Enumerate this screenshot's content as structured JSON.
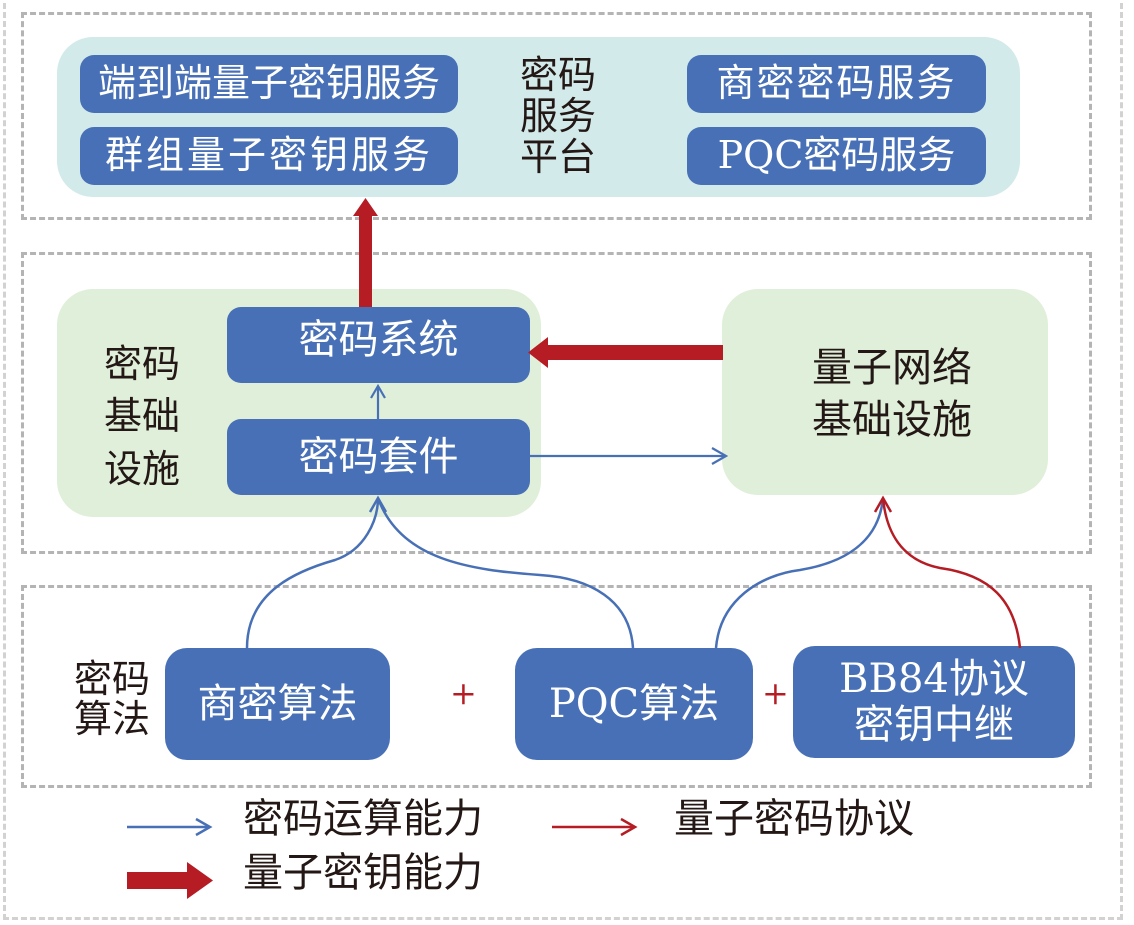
{
  "colors": {
    "block_blue": "#4870b6",
    "platform_bg": "#d3eaea",
    "infra_bg": "#dfefd9",
    "crypto_arrow": "#4870b6",
    "quantum_arrow": "#b51c24",
    "dash_border": "#b4b4b4"
  },
  "platform": {
    "label_lines": [
      "密码",
      "服务",
      "平台"
    ],
    "services_left": [
      "端到端量子密钥服务",
      "群组量子密钥服务"
    ],
    "services_right": [
      "商密密码服务",
      "PQC密码服务"
    ]
  },
  "infrastructure": {
    "label_lines": [
      "密码",
      "基础",
      "设施"
    ],
    "crypto_system": "密码系统",
    "crypto_suite": "密码套件",
    "quantum_network_lines": [
      "量子网络",
      "基础设施"
    ]
  },
  "algorithms": {
    "label_lines": [
      "密码",
      "算法"
    ],
    "sm_algorithm": "商密算法",
    "pqc_algorithm": "PQC算法",
    "bb84_lines": [
      "BB84协议",
      "密钥中继"
    ],
    "plus_sign": "+"
  },
  "legend": {
    "crypto_capability": "密码运算能力",
    "quantum_protocol": "量子密码协议",
    "quantum_key_capability": "量子密钥能力"
  }
}
